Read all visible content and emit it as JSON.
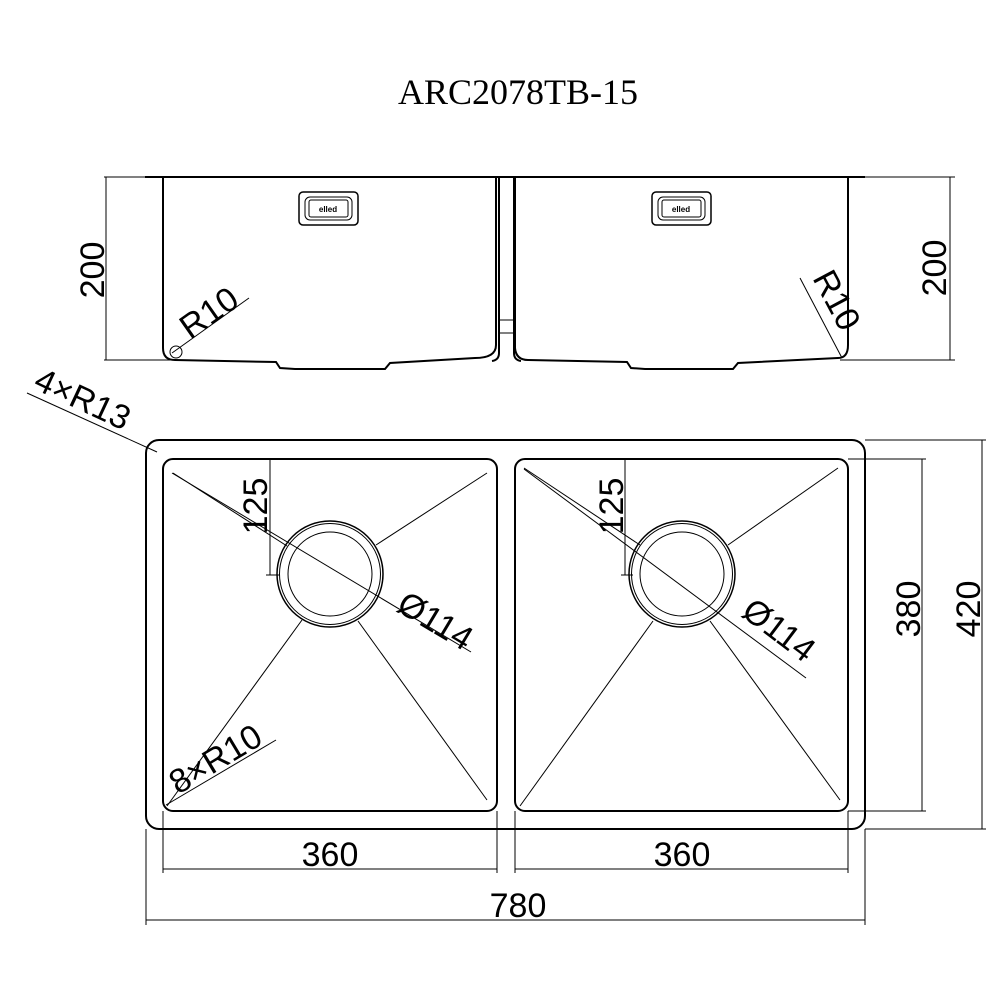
{
  "title": "ARC2078TB-15",
  "side_view": {
    "height_left_label": "200",
    "height_right_label": "200",
    "radius_left_label": "R10",
    "radius_right_label": "R10",
    "logo_left": "elled",
    "logo_right": "elled"
  },
  "top_view": {
    "outer_corner_label": "4×R13",
    "inner_corner_label": "8×R10",
    "left_bowl": {
      "drain_offset_label": "125",
      "drain_diameter_label": "Ø114",
      "width_label": "360"
    },
    "right_bowl": {
      "drain_offset_label": "125",
      "drain_diameter_label": "Ø114",
      "width_label": "360"
    },
    "bowl_depth_label": "380",
    "overall_depth_label": "420",
    "overall_width_label": "780"
  },
  "colors": {
    "line": "#000000",
    "background": "#ffffff"
  }
}
